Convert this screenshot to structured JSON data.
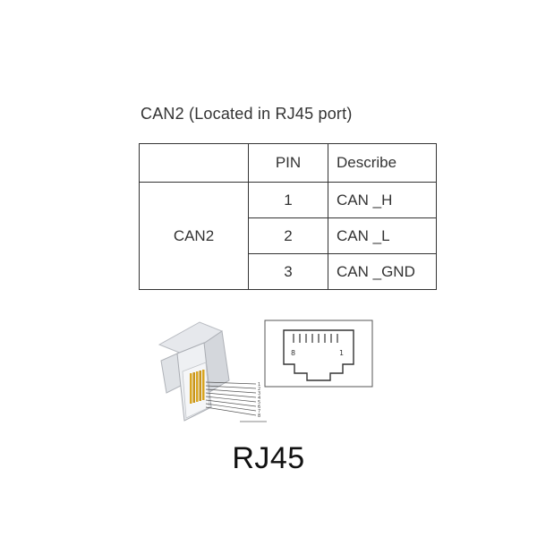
{
  "heading": "CAN2 (Located in RJ45 port)",
  "table": {
    "headers": [
      "",
      "PIN",
      "Describe"
    ],
    "group_label": "CAN2",
    "rows": [
      {
        "pin": "1",
        "describe": "CAN _H"
      },
      {
        "pin": "2",
        "describe": "CAN _L"
      },
      {
        "pin": "3",
        "describe": "CAN _GND"
      }
    ]
  },
  "diagram": {
    "left_pin": "8",
    "right_pin": "1"
  },
  "plug": {
    "pin_labels": [
      "1",
      "2",
      "3",
      "4",
      "5",
      "6",
      "7",
      "8"
    ]
  },
  "caption": "RJ45"
}
